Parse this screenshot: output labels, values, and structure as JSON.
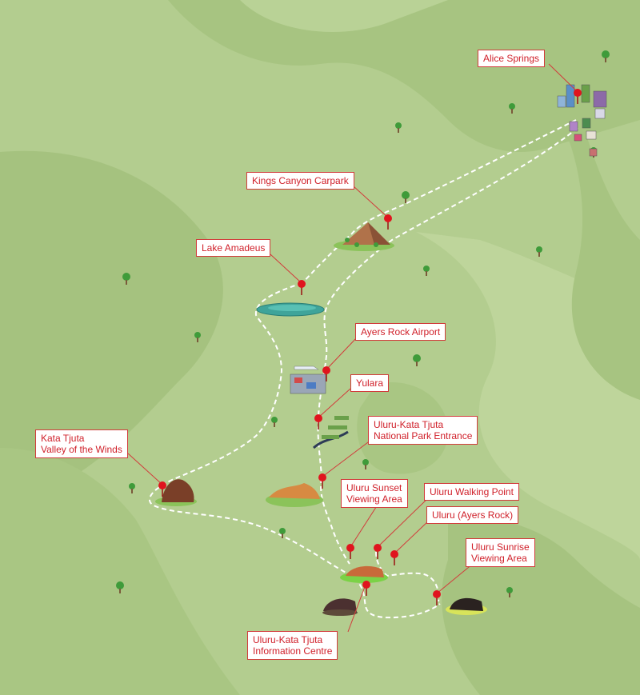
{
  "colors": {
    "background": "#b3cd8f",
    "terrain_dark": "#a5c27f",
    "terrain_light": "#c0d69d",
    "route": "#ffffff",
    "pin": "#e0141e",
    "label_border": "#d23b3b",
    "label_text": "#d0202a"
  },
  "locations": [
    {
      "id": "alice-springs",
      "lines": [
        "Alice Springs"
      ]
    },
    {
      "id": "kings-canyon",
      "lines": [
        "Kings Canyon Carpark"
      ]
    },
    {
      "id": "lake-amadeus",
      "lines": [
        "Lake Amadeus"
      ]
    },
    {
      "id": "ayers-rock-airport",
      "lines": [
        "Ayers Rock Airport"
      ]
    },
    {
      "id": "yulara",
      "lines": [
        "Yulara"
      ]
    },
    {
      "id": "national-park-entrance",
      "lines": [
        "Uluru-Kata Tjuta",
        "National Park Entrance"
      ]
    },
    {
      "id": "kata-tjuta",
      "lines": [
        "Kata Tjuta",
        "Valley of the Winds"
      ]
    },
    {
      "id": "uluru-sunset",
      "lines": [
        "Uluru Sunset",
        "Viewing Area"
      ]
    },
    {
      "id": "uluru-walking-point",
      "lines": [
        "Uluru Walking Point"
      ]
    },
    {
      "id": "uluru-ayers-rock",
      "lines": [
        "Uluru (Ayers Rock)"
      ]
    },
    {
      "id": "uluru-sunrise",
      "lines": [
        "Uluru Sunrise",
        "Viewing Area"
      ]
    },
    {
      "id": "information-centre",
      "lines": [
        "Uluru-Kata Tjuta",
        "Information Centre"
      ]
    }
  ]
}
